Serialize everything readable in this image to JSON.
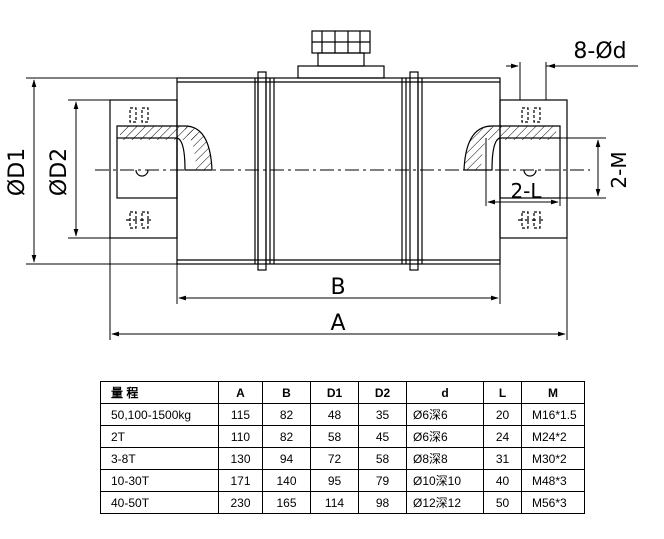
{
  "dimensions": {
    "D1": "ØD1",
    "D2": "ØD2",
    "B": "B",
    "A": "A",
    "L": "2-L",
    "M": "2-M",
    "d": "8-Ød"
  },
  "table": {
    "headers": [
      "量 程",
      "A",
      "B",
      "D1",
      "D2",
      "d",
      "L",
      "M"
    ],
    "rows": [
      [
        "50,100-1500kg",
        "115",
        "82",
        "48",
        "35",
        "Ø6深6",
        "20",
        "M16*1.5"
      ],
      [
        "2T",
        "110",
        "82",
        "58",
        "45",
        "Ø6深6",
        "24",
        "M24*2"
      ],
      [
        "3-8T",
        "130",
        "94",
        "72",
        "58",
        "Ø8深8",
        "31",
        "M30*2"
      ],
      [
        "10-30T",
        "171",
        "140",
        "95",
        "79",
        "Ø10深10",
        "40",
        "M48*3"
      ],
      [
        "40-50T",
        "230",
        "165",
        "114",
        "98",
        "Ø12深12",
        "50",
        "M56*3"
      ]
    ]
  }
}
